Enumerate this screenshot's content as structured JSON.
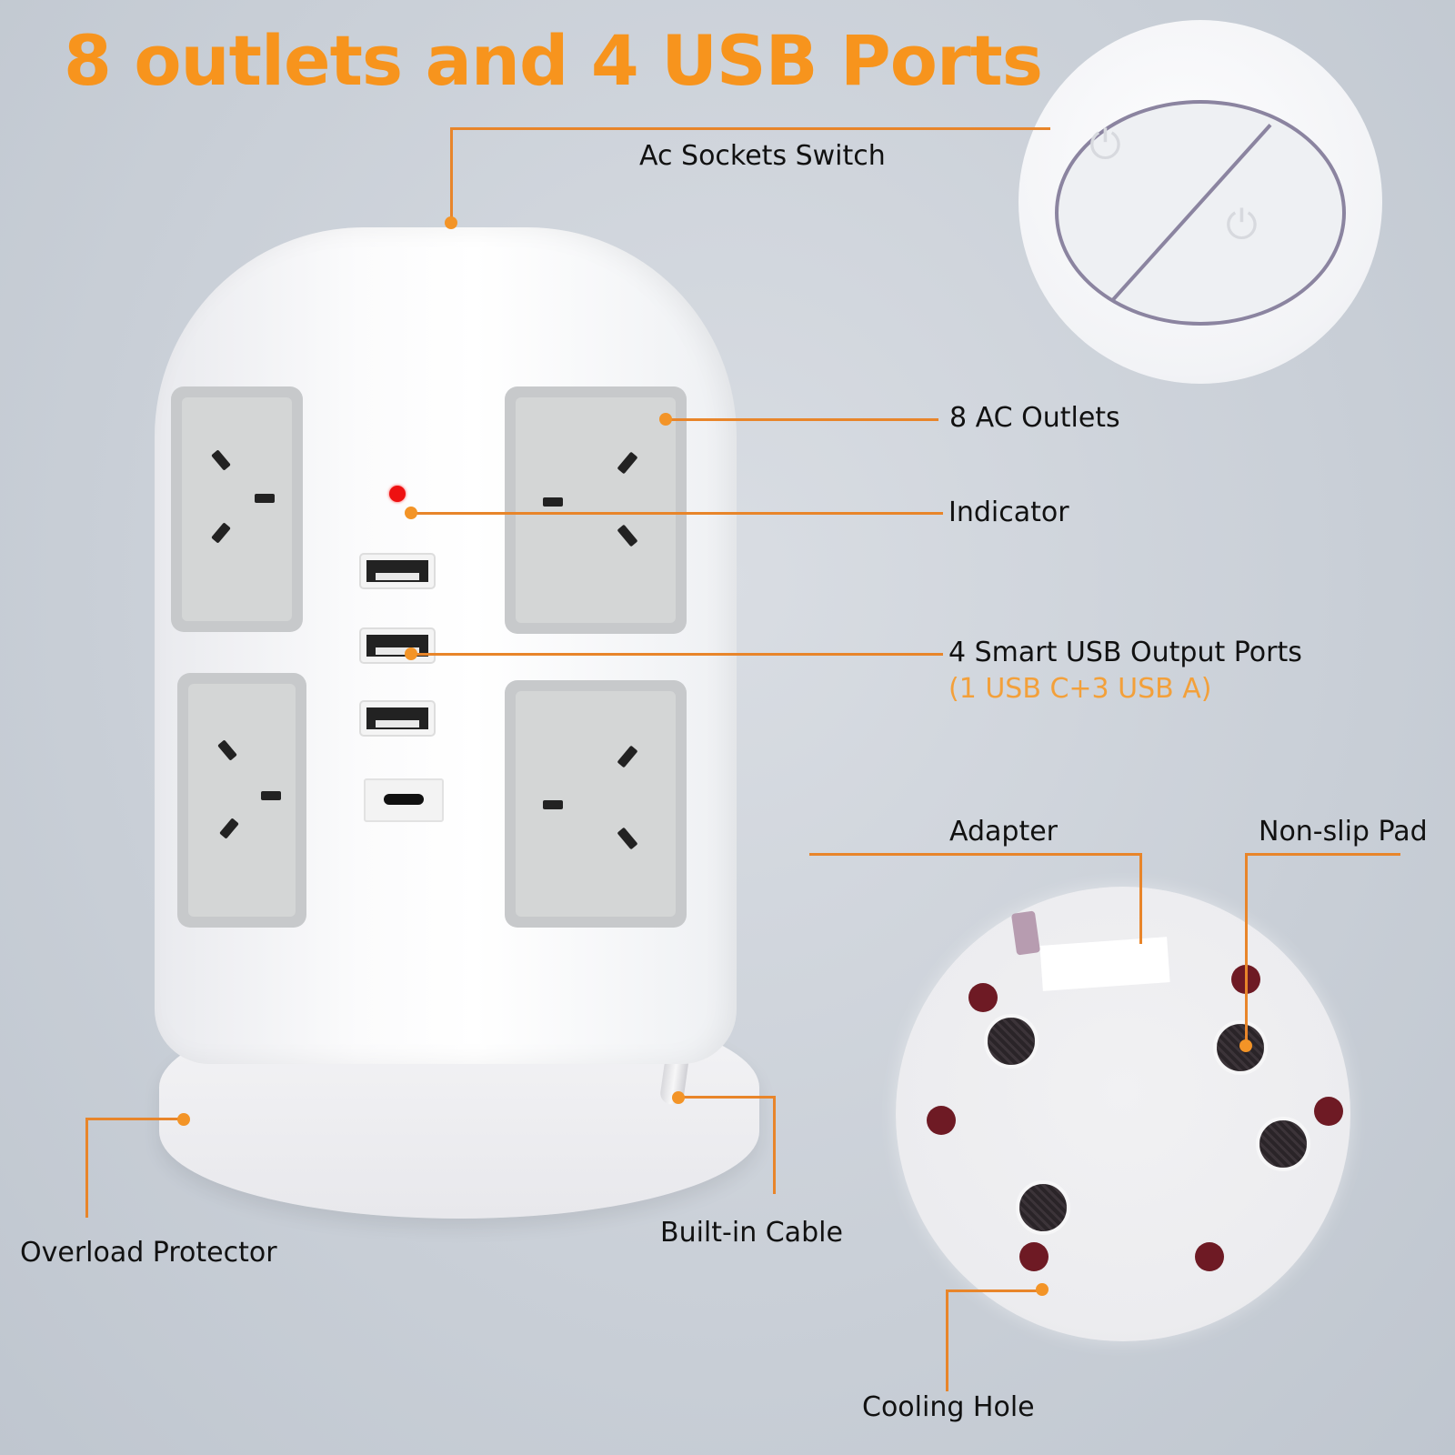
{
  "title": "8 outlets and 4 USB Ports",
  "colors": {
    "accent": "#f7941d",
    "leader_line": "#e8852a",
    "indicator_red": "#ee1111",
    "background": "#c9cfd7"
  },
  "callouts": {
    "switch": "Ac Sockets Switch",
    "outlets": "8 AC Outlets",
    "indicator": "Indicator",
    "usb_ports": "4 Smart USB Output Ports",
    "usb_ports_detail": "(1 USB C+3 USB A)",
    "adapter": "Adapter",
    "non_slip_pad": "Non-slip Pad",
    "overload_protector": "Overload Protector",
    "built_in_cable": "Built-in Cable",
    "cooling_hole": "Cooling Hole"
  },
  "product": {
    "outlet_count": 8,
    "visible_outlets": 4,
    "usb_a_ports": 3,
    "usb_c_ports": 1,
    "switch_icons": [
      "power-icon",
      "power-icon"
    ]
  }
}
